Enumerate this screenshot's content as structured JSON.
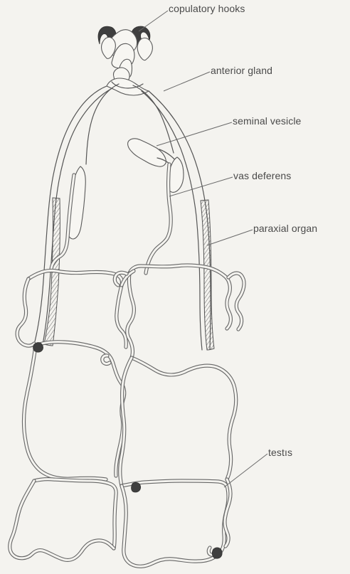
{
  "labels": {
    "copulatory_hooks": "copulatory hooks",
    "anterior_gland": "anterior gland",
    "seminal_vesicle": "seminal vesicle",
    "vas_deferens": "vas deferens",
    "paraxial_organ": "paraxial organ",
    "testis": "testıs"
  },
  "colors": {
    "background": "#f4f3ef",
    "ink": "#4a4a4a",
    "stroke": "#555555",
    "dark_fill": "#3f3f3f"
  }
}
